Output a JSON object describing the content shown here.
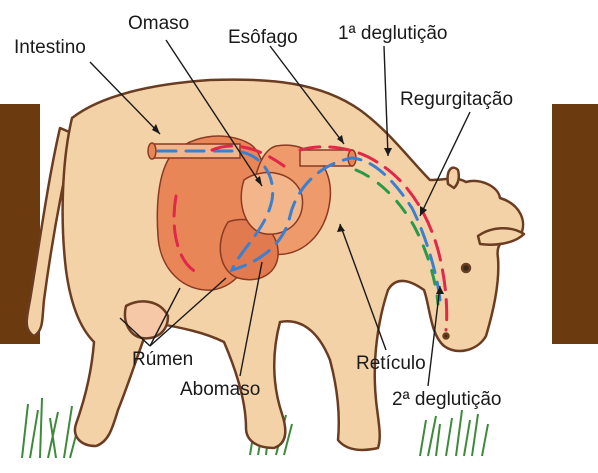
{
  "labels": {
    "intestino": "Intestino",
    "omaso": "Omaso",
    "esofago": "Esôfago",
    "primeira_degluticao": "1ª deglutição",
    "regurgitacao": "Regurgitação",
    "rumen": "Rúmen",
    "reticulo": "Retículo",
    "abomaso": "Abomaso",
    "segunda_degluticao": "2ª deglutição"
  },
  "colors": {
    "background": "#ffffff",
    "side_panels": "#6b3a0f",
    "cow_body": "#f4d2a8",
    "cow_outline": "#6a3d22",
    "stomach": "#e88658",
    "stomach_light": "#f3b58a",
    "path_blue": "#3a7fd0",
    "path_red": "#e0284a",
    "path_green": "#2b9a48",
    "grass": "#3c8a3a"
  }
}
